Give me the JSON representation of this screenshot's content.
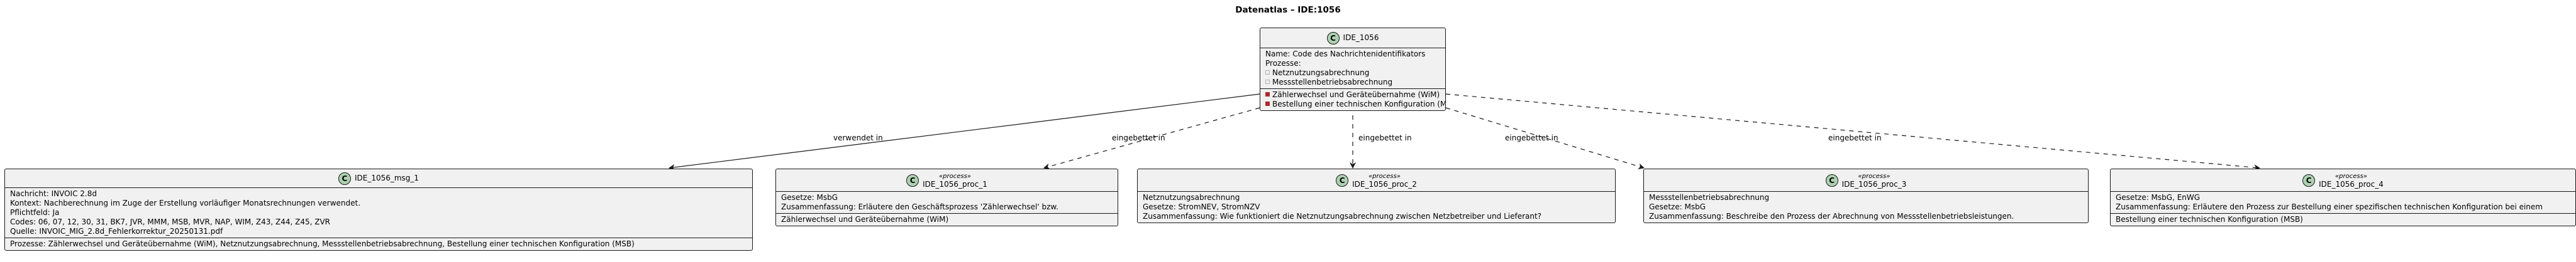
{
  "diagram_title": "Datenatlas – IDE:1056",
  "nodes": {
    "main": {
      "name": "IDE_1056",
      "badge": "C",
      "fields": [
        "Name: Code des Nachrichtenidentifikators",
        "Prozesse:",
        "Netznutzungsabrechnung",
        "Messstellenbetriebsabrechnung"
      ],
      "methods": [
        "Zählerwechsel und Geräteübernahme (WiM)",
        "Bestellung einer technischen Konfiguration (MSB)"
      ]
    },
    "msg1": {
      "name": "IDE_1056_msg_1",
      "badge": "C",
      "fields": [
        "Nachricht: INVOIC 2.8d",
        "Kontext: Nachberechnung im Zuge der Erstellung vorläufiger Monatsrechnungen verwendet.",
        "Pflichtfeld: Ja",
        "Codes: 06, 07, 12, 30, 31, BK7, JVR, MMM, MSB, MVR, NAP, WIM, Z43, Z44, Z45, ZVR",
        "Quelle: INVOIC_MIG_2.8d_Fehlerkorrektur_20250131.pdf"
      ],
      "methods": [
        "Prozesse: Zählerwechsel und Geräteübernahme (WiM), Netznutzungsabrechnung, Messstellenbetriebsabrechnung, Bestellung einer technischen Konfiguration (MSB)"
      ]
    },
    "proc1": {
      "name": "IDE_1056_proc_1",
      "stereotype": "«process»",
      "badge": "C",
      "fields": [
        "Gesetze: MsbG",
        "Zusammenfassung: Erläutere den Geschäftsprozess 'Zählerwechsel' bzw."
      ],
      "methods": [
        "Zählerwechsel und Geräteübernahme (WiM)"
      ]
    },
    "proc2": {
      "name": "IDE_1056_proc_2",
      "stereotype": "«process»",
      "badge": "C",
      "fields": [
        "Netznutzungsabrechnung",
        "Gesetze: StromNEV, StromNZV",
        "Zusammenfassung: Wie funktioniert die Netznutzungsabrechnung zwischen Netzbetreiber und Lieferant?"
      ],
      "methods": []
    },
    "proc3": {
      "name": "IDE_1056_proc_3",
      "stereotype": "«process»",
      "badge": "C",
      "fields": [
        "Messstellenbetriebsabrechnung",
        "Gesetze: MsbG",
        "Zusammenfassung: Beschreibe den Prozess der Abrechnung von Messstellenbetriebsleistungen."
      ],
      "methods": []
    },
    "proc4": {
      "name": "IDE_1056_proc_4",
      "stereotype": "«process»",
      "badge": "C",
      "fields": [
        "Gesetze: MsbG, EnWG",
        "Zusammenfassung: Erläutere den Prozess zur Bestellung einer spezifischen technischen Konfiguration bei einem"
      ],
      "methods": [
        "Bestellung einer technischen Konfiguration (MSB)"
      ]
    }
  },
  "edges": {
    "msg1": "verwendet in",
    "proc1": "eingebettet in",
    "proc2": "eingebettet in",
    "proc3": "eingebettet in",
    "proc4": "eingebettet in"
  },
  "colors": {
    "box_fill": "#f1f1f1",
    "border": "#181818",
    "badge_fill": "#add1b2",
    "method_marker": "#b0282c",
    "edge": "#181818"
  }
}
